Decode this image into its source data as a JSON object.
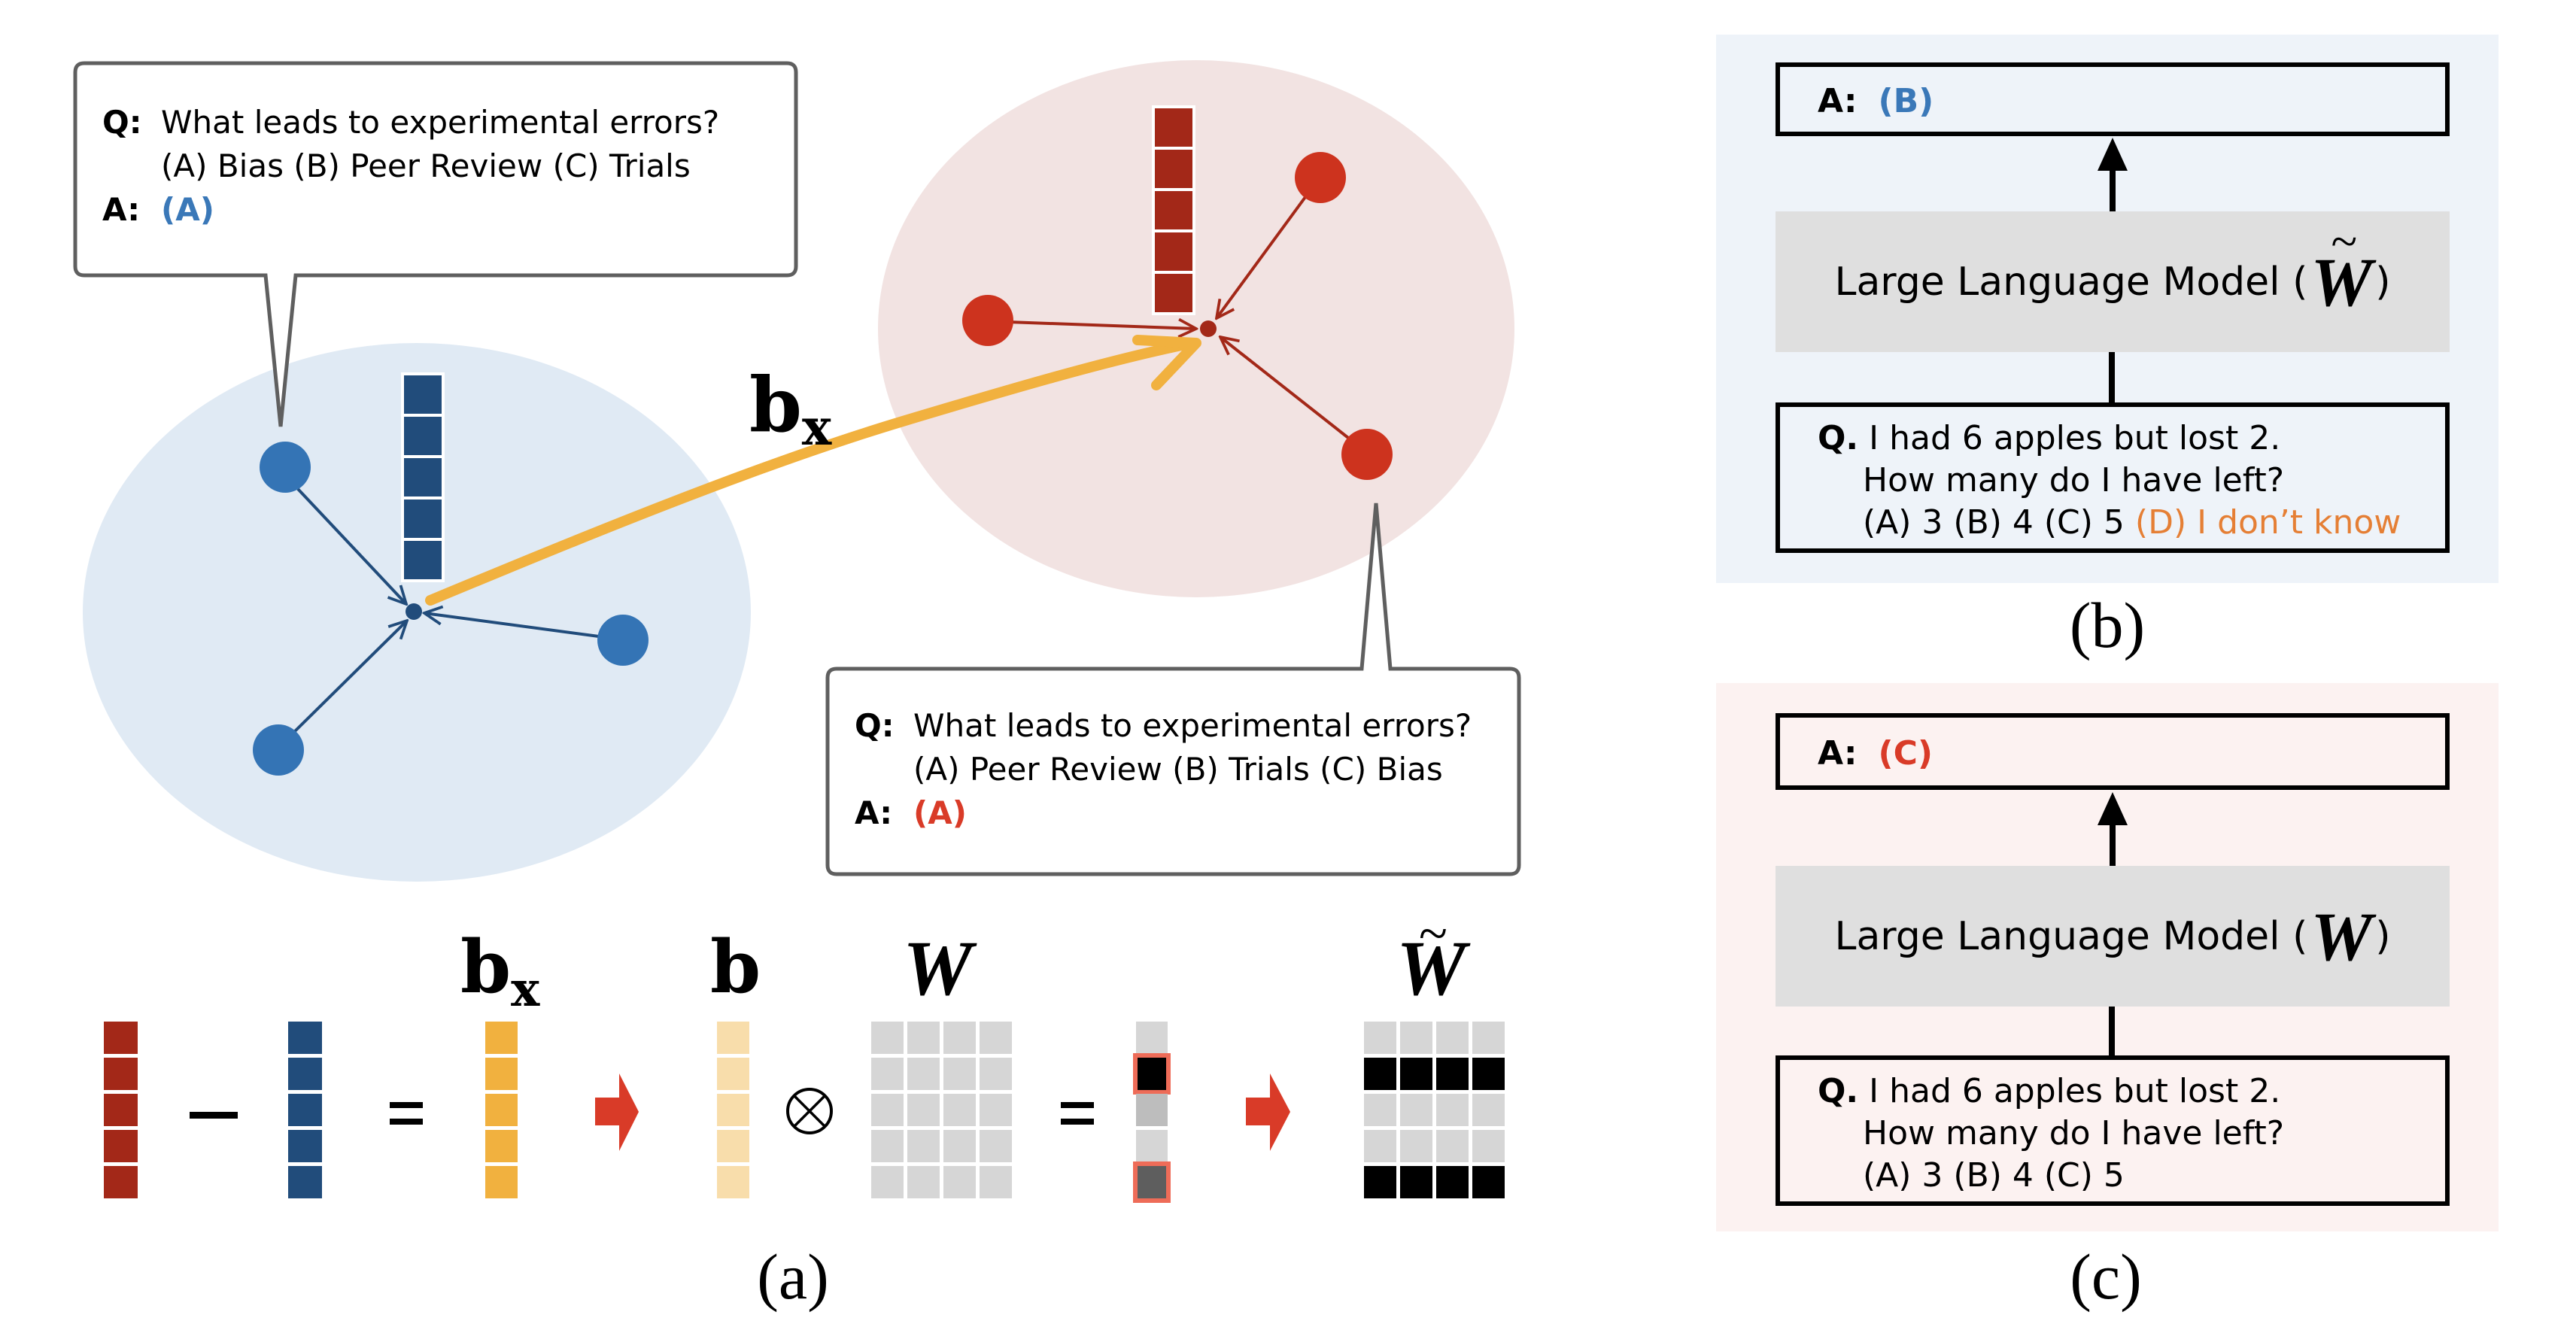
{
  "colors": {
    "blue_cluster_bg": "#e0eaf4",
    "red_cluster_bg": "#f2e3e2",
    "blue_node": "#3474b5",
    "blue_dark": "#214c7b",
    "red_node": "#cd331e",
    "red_dark": "#a32818",
    "steering_orange": "#f1b13f",
    "steering_light": "#f8ddab",
    "answer_blue": "#3a78b8",
    "answer_red": "#d93b28",
    "unknown_orange": "#e57f35",
    "panel_b_bg": "#eef3f9",
    "panel_c_bg": "#fcf2f1",
    "llm_box": "#dfdfdf",
    "matrix_gray": "#d6d6d6",
    "highlight_border": "#ee6c58",
    "arrow_red": "#d93b28"
  },
  "panel_a": {
    "label": "(a)",
    "arrow_label_main": "b",
    "arrow_label_sub": "x",
    "bubble_clean": {
      "q_label": "Q:",
      "question": "What leads to experimental errors?",
      "options": "(A) Bias  (B) Peer Review  (C) Trials",
      "a_label": "A:",
      "answer": "(A)"
    },
    "bubble_biased": {
      "q_label": "Q:",
      "question": "What leads to experimental errors?",
      "options": "(A) Peer Review  (B) Trials  (C) Bias",
      "a_label": "A:",
      "answer": "(A)"
    },
    "equation": {
      "minus": "−",
      "equals_1": "=",
      "otimes": "⊗",
      "equals_2": "=",
      "bx_main": "b",
      "bx_sub": "x",
      "b_label": "b",
      "w_label": "W",
      "w_tilde_label": "W",
      "tilde": "~",
      "vector_length": 5,
      "matrix_rows": 5,
      "matrix_cols": 4,
      "rescaled_column_shades": [
        "light",
        "black",
        "mid",
        "light",
        "dark"
      ],
      "rescaled_highlighted_rows": [
        1,
        4
      ],
      "w_tilde_black_rows": [
        1,
        4
      ]
    }
  },
  "panel_b": {
    "label": "(b)",
    "answer_label": "A:",
    "answer": "(B)",
    "model_text": "Large Language Model (",
    "model_close": ")",
    "model_weight": "W",
    "model_tilde": "~",
    "q_label": "Q.",
    "question_line1": "I had 6 apples but lost 2.",
    "question_line2": "How many do I have left?",
    "options": "(A) 3  (B) 4  (C) 5  ",
    "extra_option": "(D) I don’t know"
  },
  "panel_c": {
    "label": "(c)",
    "answer_label": "A:",
    "answer": "(C)",
    "model_text": "Large Language Model (",
    "model_close": ")",
    "model_weight": "W",
    "q_label": "Q.",
    "question_line1": "I had 6 apples but lost 2.",
    "question_line2": "How many do I have left?",
    "options": "(A) 3  (B) 4  (C) 5"
  }
}
